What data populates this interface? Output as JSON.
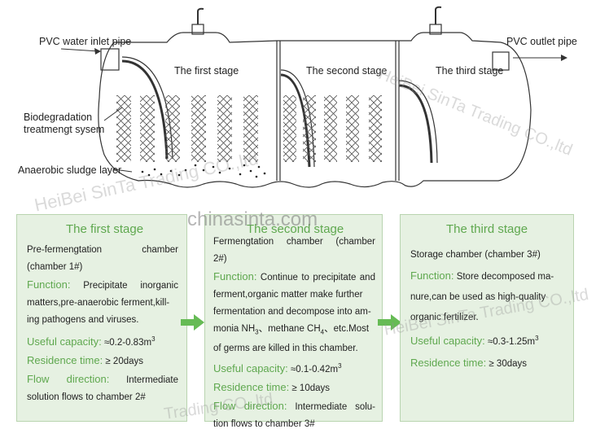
{
  "diagram": {
    "labels": {
      "inlet": "PVC water inlet pipe",
      "outlet": "PVC outlet pipe",
      "biodeg_line1": "Biodegradation",
      "biodeg_line2": "treatmengt sysem",
      "sludge": "Anaerobic sludge layer"
    },
    "stages": [
      "The first stage",
      "The second stage",
      "The third stage"
    ]
  },
  "watermarks": {
    "center": "chinasinta.com",
    "diag1": "HeiBei SinTa Trading CO.,ltd",
    "diag2": "HeiBei SinTa Trading CO.,ltd",
    "diag3": "HeiBei SinTa Trading CO.,ltd",
    "bottom": "Trading CO.,ltd"
  },
  "cards": [
    {
      "title": "The first stage",
      "chamber_l1": "Pre-fermengtation chamber",
      "chamber_l2": "(chamber 1#)",
      "function_label": "Function:",
      "function_l1": "Precipitate inorganic",
      "function_l2": "matters,pre-anaerobic ferment,kill-",
      "function_l3": "ing pathogens and viruses.",
      "capacity_label": "Useful capacity:",
      "capacity_value": "≈0.2-0.83m",
      "capacity_sup": "3",
      "residence_label": "Residence time:",
      "residence_value": "≥ 20days",
      "flow_label": "Flow direction:",
      "flow_l1": "Intermediate",
      "flow_l2": "solution flows to chamber 2#"
    },
    {
      "title": "The second stage",
      "chamber_l1": "Fermengtation chamber (chamber",
      "chamber_l2": "2#)",
      "function_label": "Function:",
      "function_l1": "Continue to precipitate and",
      "function_l2": "ferment,organic matter make further",
      "function_l3": "fermentation and decompose into am-",
      "function_l4a": "monia NH",
      "function_l4sub1": "3",
      "function_l4b": "、methane CH",
      "function_l4sub2": "4",
      "function_l4c": "、etc.Most",
      "function_l5": "of germs are killed in this chamber.",
      "capacity_label": "Useful capacity:",
      "capacity_value": "≈0.1-0.42m",
      "capacity_sup": "3",
      "residence_label": "Residence time:",
      "residence_value": "≥ 10days",
      "flow_label": "Flow direction:",
      "flow_l1": "Intermediate solu-",
      "flow_l2": "tion flows to chamber 3#"
    },
    {
      "title": "The third stage",
      "chamber_l1": "Storage chamber (chamber 3#)",
      "function_label": "Function:",
      "function_l1": "Store decomposed ma-",
      "function_l2": "nure,can be used as high-quality",
      "function_l3": "organic fertilizer.",
      "capacity_label": "Useful capacity:",
      "capacity_value": "≈0.3-1.25m",
      "capacity_sup": "3",
      "residence_label": "Residence time:",
      "residence_value": "≥ 30days"
    }
  ],
  "colors": {
    "accent_green": "#5fa84f",
    "card_bg": "#e6f1e2",
    "arrow_green": "#66bb55"
  }
}
